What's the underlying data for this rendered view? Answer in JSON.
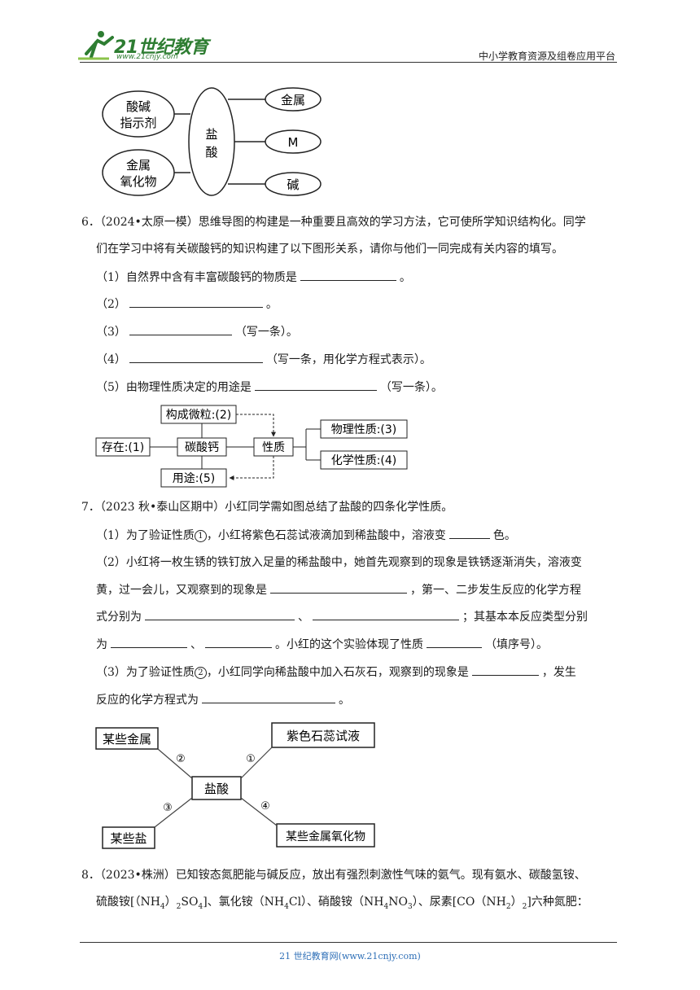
{
  "header": {
    "logo_text": "21世纪教育",
    "logo_url": "www.21cnjy.com",
    "platform": "中小学教育资源及组卷应用平台"
  },
  "fig5": {
    "left_top": [
      "酸碱",
      "指示剂"
    ],
    "left_bottom": [
      "金属",
      "氧化物"
    ],
    "center": [
      "盐",
      "酸"
    ],
    "right": [
      "金属",
      "M",
      "碱"
    ]
  },
  "q6": {
    "line1": "6．（2024•太原一模）思维导图的构建是一种重要且高效的学习方法，它可使所学知识结构化。同学",
    "line2": "们在学习中将有关碳酸钙的知识构建了以下图形关系，请你与他们一同完成有关内容的填写。",
    "p1a": "（1）自然界中含有丰富碳酸钙的物质是",
    "p1b": "。",
    "p2a": "（2）",
    "p2b": "。",
    "p3a": "（3）",
    "p3b": "（写一条）。",
    "p4a": "（4）",
    "p4b": "（写一条，用化学方程式表示）。",
    "p5a": "（5）由物理性质决定的用途是",
    "p5b": "（写一条）。"
  },
  "fig6": {
    "particle": "构成微粒:(2)",
    "exist": "存在:(1)",
    "center": "碳酸钙",
    "property": "性质",
    "use": "用途:(5)",
    "physical": "物理性质:(3)",
    "chemical": "化学性质:(4)"
  },
  "q7": {
    "line1": "7．（2023 秋•泰山区期中）小红同学需如图总结了盐酸的四条化学性质。",
    "p1a": "（1）为了验证性质",
    "p1circ": "1",
    "p1b": "，小红将紫色石蕊试液滴加到稀盐酸中，溶液变",
    "p1c": "色。",
    "p2line1": "（2）小红将一枚生锈的铁钉放入足量的稀盐酸中，她首先观察到的现象是铁锈逐渐消失，溶液变",
    "p2l2a": "黄，过一会儿，又观察到的现象是",
    "p2l2b": "，第一、二步发生反应的化学方程",
    "p2l3a": "式分别为",
    "p2l3b": "、",
    "p2l3c": "；其基本本反应类型分别",
    "p2l4a": "为",
    "p2l4b": "、",
    "p2l4c": "。小红的这个实验体现了性质",
    "p2l4d": "（填序号）。",
    "p3a": "（3）为了验证性质",
    "p3circ": "2",
    "p3b": "，小红同学向稀盐酸中加入石灰石，观察到的现象是",
    "p3c": "，发生",
    "p3l2a": "反应的化学方程式为",
    "p3l2b": "。"
  },
  "fig7": {
    "center": "盐酸",
    "tl": "某些金属",
    "tr": "紫色石蕊试液",
    "bl": "某些盐",
    "br": "某些金属氧化物",
    "n1": "①",
    "n2": "②",
    "n3": "③",
    "n4": "④"
  },
  "q8": {
    "line1": "8．（2023•株洲）已知铵态氮肥能与碱反应，放出有强烈刺激性气味的氨气。现有氨水、碳酸氢铵、",
    "l2a": "硫酸铵[（NH",
    "s1": "4",
    "l2b": "）",
    "s2": "2",
    "l2c": "SO",
    "s3": "4",
    "l2d": "]、氯化铵（NH",
    "s4": "4",
    "l2e": "Cl）、硝酸铵（NH",
    "s5": "4",
    "l2f": "NO",
    "s6": "3",
    "l2g": "）、尿素[CO（NH",
    "s7": "2",
    "l2h": "）",
    "s8": "2",
    "l2i": "]六种氮肥："
  },
  "footer": {
    "text": "21 世纪教育网(www.21cnjy.com)"
  }
}
